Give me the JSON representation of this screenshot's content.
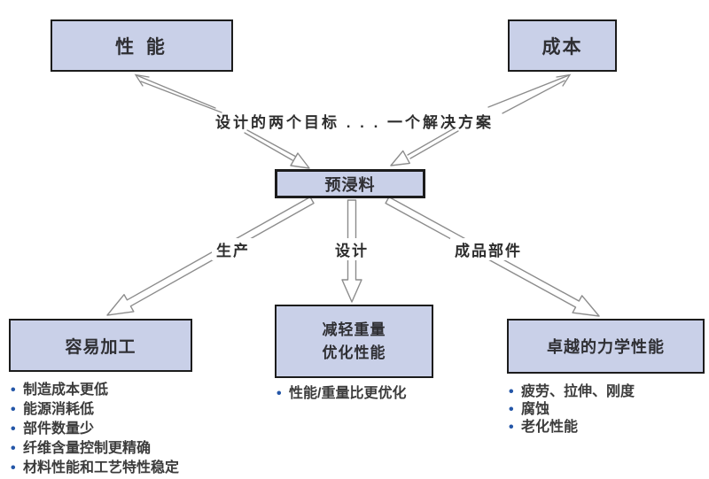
{
  "colors": {
    "box_fill": "#c9d0e8",
    "box_border": "#1c1c1c",
    "arrow_stroke": "#8c8c8c",
    "bullet_dot": "#2456a8",
    "text": "#2d2d2d",
    "background": "#ffffff"
  },
  "icons": {
    "bullet_dot": "•"
  },
  "caption": {
    "text": "设计的两个目标 . . . 一个解决方案"
  },
  "nodes": {
    "performance": "性 能",
    "cost": "成本",
    "prepreg": "预浸料",
    "easy_processing": "容易加工",
    "weight_line1": "减轻重量",
    "weight_line2": "优化性能",
    "mechanical": "卓越的力学性能"
  },
  "arrow_labels": {
    "production": "生产",
    "design": "设计",
    "finished_parts": "成品部件"
  },
  "bullets": {
    "easy_processing": [
      "制造成本更低",
      "能源消耗低",
      "部件数量少",
      "纤维含量控制更精确",
      "材料性能和工艺特性稳定"
    ],
    "weight": [
      "性能/重量比更优化"
    ],
    "mechanical": [
      "疲劳、拉伸、刚度",
      "腐蚀",
      "老化性能"
    ]
  }
}
